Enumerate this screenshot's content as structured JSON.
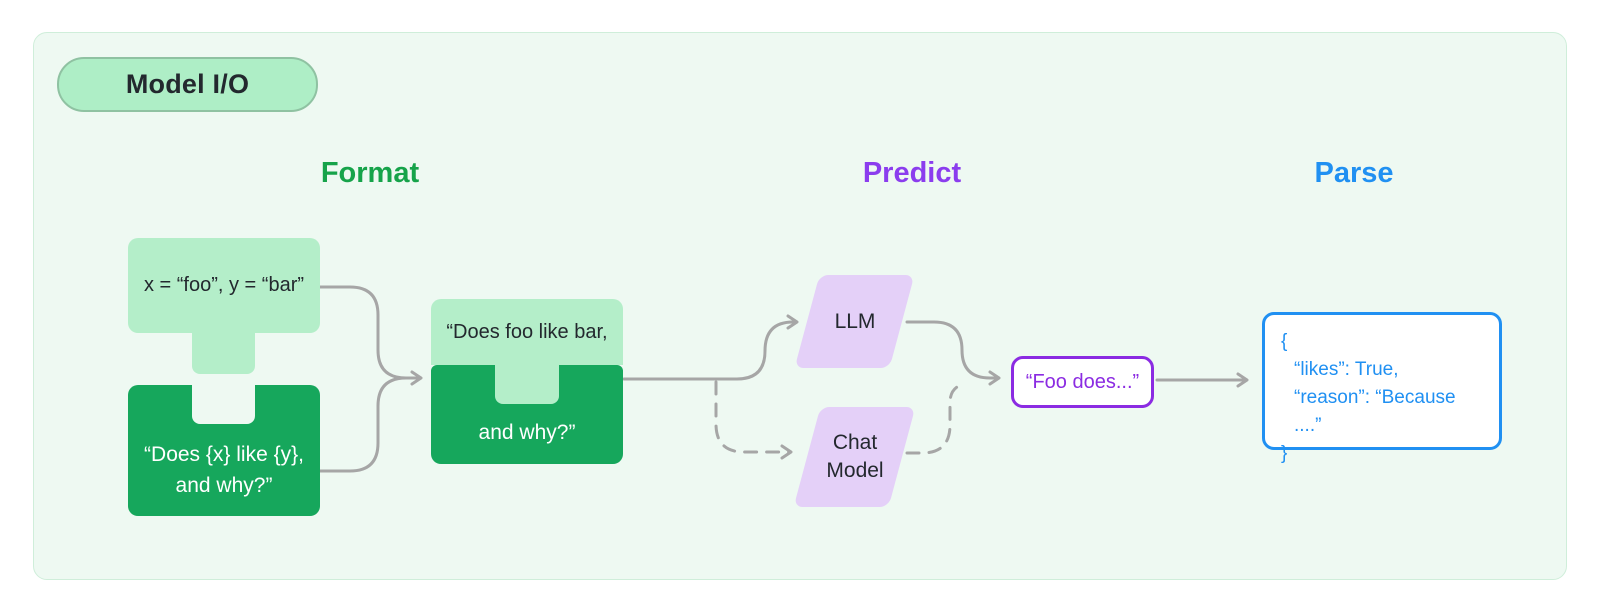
{
  "title": "Model I/O",
  "sections": [
    {
      "id": "format",
      "label": "Format"
    },
    {
      "id": "predict",
      "label": "Predict"
    },
    {
      "id": "parse",
      "label": "Parse"
    }
  ],
  "nodes": {
    "variables": {
      "label": "x = “foo”, y = “bar”"
    },
    "template": {
      "line1": "“Does {x} like {y},",
      "line2": "and why?”"
    },
    "formatted": {
      "line1": "“Does foo like bar,",
      "line2": "and why?”"
    },
    "llm": {
      "label": "LLM"
    },
    "chat": {
      "line1": "Chat",
      "line2": "Model"
    },
    "completion": {
      "label": "“Foo does...”"
    },
    "parsed": {
      "lines": [
        "{",
        "“likes”: True,",
        "“reason”: “Because ....”",
        "}"
      ]
    }
  },
  "colors": {
    "canvas-bg": "#ffffff",
    "panel-bg": "#eef9f2",
    "panel-border": "#cfeeda",
    "badge-bg": "#aeeec6",
    "badge-border": "#8fc2a2",
    "green-light": "#b4eec9",
    "green-dark": "#16a75c",
    "green-header": "#16a34a",
    "purple-header": "#8b3dee",
    "purple-accent": "#8b2be2",
    "lavender": "#e4d0f8",
    "blue-accent": "#2090f2",
    "arrow-gray": "#a6a6a6",
    "text-dark": "#23282e"
  }
}
